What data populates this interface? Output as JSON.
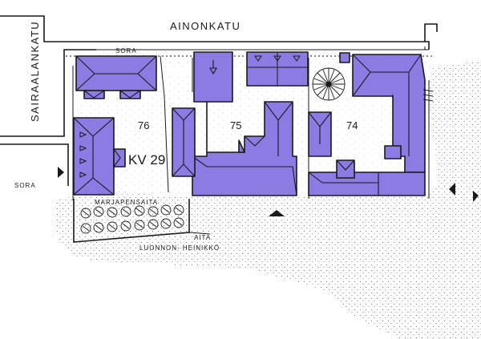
{
  "streets": {
    "north": "AINONKATU",
    "west": "SAIRAALANKATU"
  },
  "surfaces": {
    "top": "SORA",
    "left": "SORA"
  },
  "block": "KV 29",
  "plots": [
    "76",
    "75",
    "74"
  ],
  "labels": {
    "hedge": "MARJAPENSAITA",
    "fence": "AITA",
    "meadow": "LUONNON- HEINIKKÖ"
  },
  "colors": {
    "building": "#8c7be3",
    "ink": "#1a1a1a"
  }
}
